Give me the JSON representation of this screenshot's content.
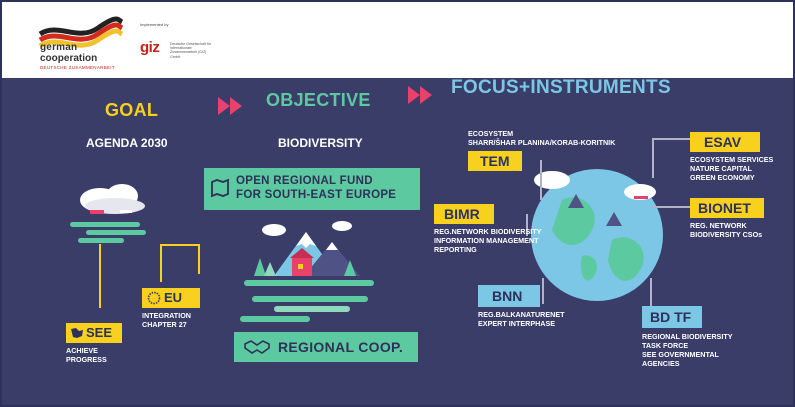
{
  "header": {
    "brand_line1": "german",
    "brand_line2": "cooperation",
    "brand_line3": "DEUTSCHE ZUSAMMENARBEIT",
    "implemented_by": "Implemented by",
    "giz": "giz",
    "giz_subtitle": "Deutsche Gesellschaft für Internationale Zusammenarbeit (GIZ) GmbH"
  },
  "columns": {
    "goal": {
      "heading": "GOAL",
      "subtitle": "AGENDA 2030",
      "eu": {
        "label": "EU",
        "text": [
          "INTEGRATION",
          "CHAPTER 27"
        ]
      },
      "see": {
        "label": "SEE",
        "text": [
          "ACHIEVE",
          "PROGRESS"
        ]
      }
    },
    "objective": {
      "heading": "OBJECTIVE",
      "subtitle": "BIODIVERSITY",
      "fund": [
        "OPEN REGIONAL FUND",
        "FOR SOUTH-EAST EUROPE"
      ],
      "coop": "REGIONAL COOP."
    },
    "focus": {
      "heading": "FOCUS+INSTRUMENTS",
      "tem": {
        "label": "TEM",
        "text": [
          "ECOSYSTEM",
          "SHARR/ŠHAR PLANINA/KORAB-KORITNIK"
        ]
      },
      "esav": {
        "label": "ESAV",
        "text": [
          "ECOSYSTEM SERVICES",
          "NATURE CAPITAL",
          "GREEN ECONOMY"
        ]
      },
      "bimr": {
        "label": "BIMR",
        "text": [
          "REG.NETWORK BIODIVERSITY",
          "INFORMATION MANAGEMENT",
          "REPORTING"
        ]
      },
      "bionet": {
        "label": "BIONET",
        "text": [
          "REG. NETWORK",
          "BIODIVERSITY CSOs"
        ]
      },
      "bnn": {
        "label": "BNN",
        "text": [
          "REG.BALKANATURENET",
          "EXPERT INTERPHASE"
        ]
      },
      "bdtf": {
        "label": "BD TF",
        "text": [
          "REGIONAL BIODIVERSITY",
          "TASK FORCE",
          "SEE GOVERNMENTAL",
          "AGENCIES"
        ]
      }
    }
  },
  "colors": {
    "background": "#3b3d69",
    "yellow": "#f7d11e",
    "green": "#5dc9a1",
    "blue": "#7cc6e6",
    "arrow": "#e8416b"
  },
  "icons": [
    "german-flag-ribbon-icon",
    "chevron-arrow-icon",
    "cloud-icon",
    "eu-stars-icon",
    "see-region-icon",
    "map-icon",
    "handshake-icon",
    "mountain-village-icon",
    "globe-icon"
  ]
}
